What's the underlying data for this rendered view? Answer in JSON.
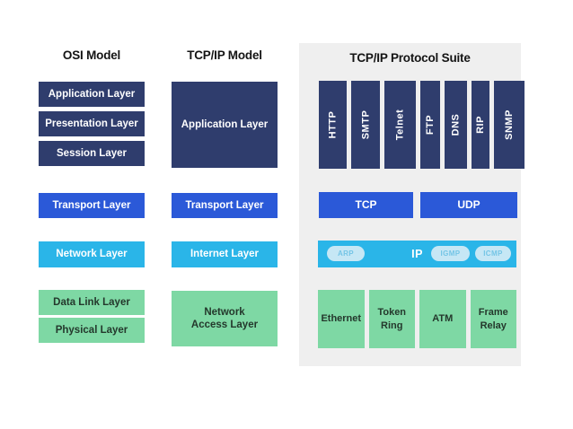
{
  "colors": {
    "navy": "#2f3d6d",
    "blue": "#2b59d8",
    "cyan": "#2ab5e8",
    "green": "#7ed8a4",
    "panel": "#efefef",
    "title": "#141414",
    "greentext": "#24382c",
    "pillbg": "#c6e7f5",
    "pilltext": "#74c5e6"
  },
  "osi": {
    "title": "OSI Model",
    "layers": [
      {
        "label": "Application Layer"
      },
      {
        "label": "Presentation Layer"
      },
      {
        "label": "Session Layer"
      },
      {
        "label": "Transport Layer"
      },
      {
        "label": "Network Layer"
      },
      {
        "label": "Data Link Layer"
      },
      {
        "label": "Physical Layer"
      }
    ]
  },
  "tcpip": {
    "title": "TCP/IP Model",
    "layers": [
      {
        "label": "Application Layer"
      },
      {
        "label": "Transport Layer"
      },
      {
        "label": "Internet Layer"
      },
      {
        "label": "Network Access Layer"
      }
    ]
  },
  "suite": {
    "title": "TCP/IP Protocol Suite",
    "app_protocols": [
      "HTTP",
      "SMTP",
      "Telnet",
      "FTP",
      "DNS",
      "RIP",
      "SNMP"
    ],
    "transport": [
      "TCP",
      "UDP"
    ],
    "internet": {
      "label": "IP",
      "pills": [
        "ARP",
        "IGMP",
        "ICMP"
      ]
    },
    "network_access": [
      "Ethernet",
      "Token Ring",
      "ATM",
      "Frame Relay"
    ]
  }
}
